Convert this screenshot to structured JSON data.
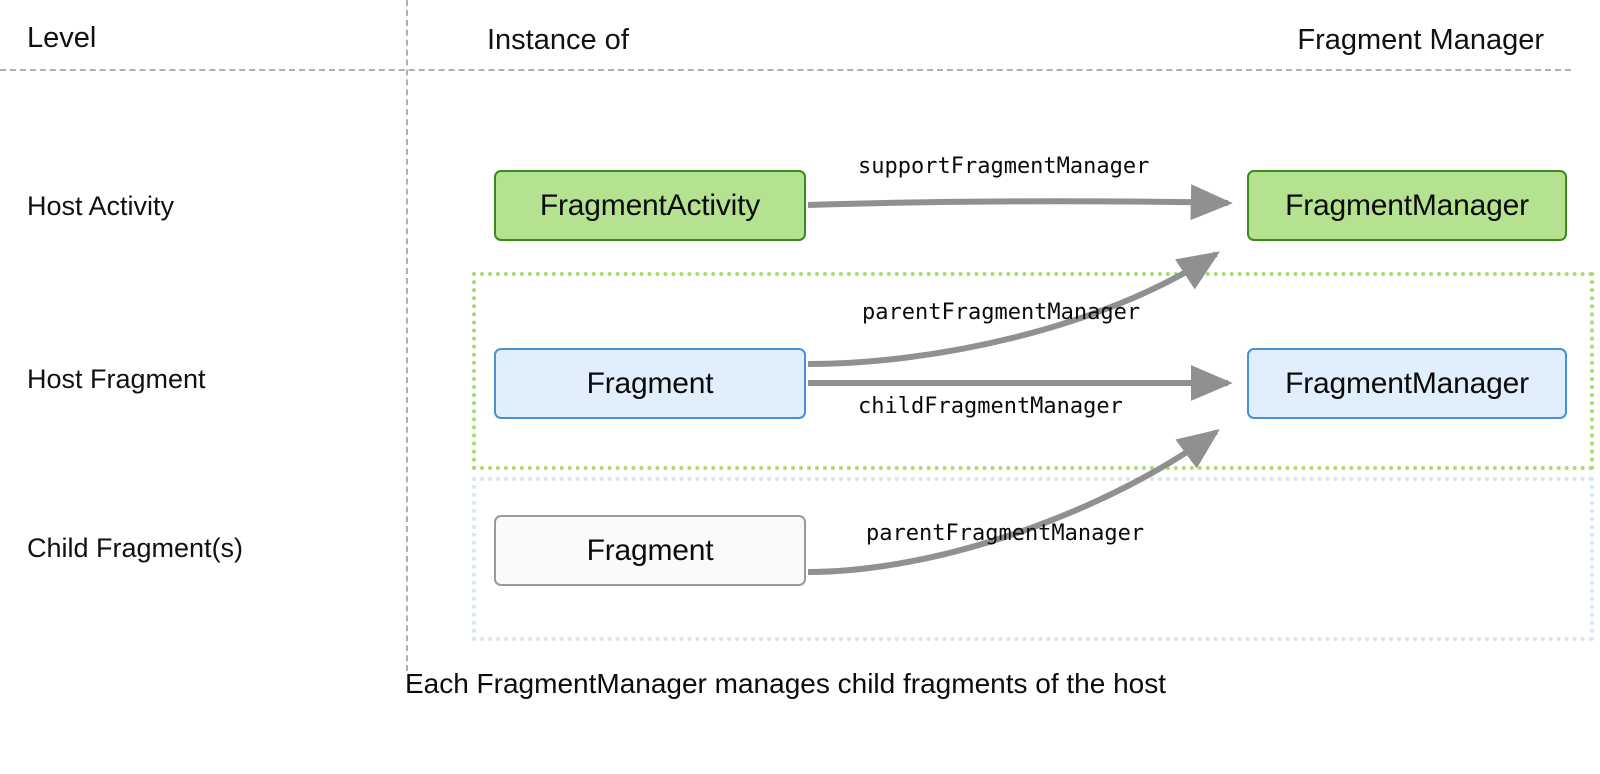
{
  "headers": {
    "level": "Level",
    "instance_of": "Instance of",
    "fragment_manager": "Fragment Manager"
  },
  "rows": [
    {
      "level_label": "Host Activity",
      "instance": "FragmentActivity",
      "manager": "FragmentManager"
    },
    {
      "level_label": "Host Fragment",
      "instance": "Fragment",
      "manager": "FragmentManager"
    },
    {
      "level_label": "Child Fragment(s)",
      "instance": "Fragment",
      "manager": null
    }
  ],
  "edges": [
    {
      "label": "supportFragmentManager",
      "from": "FragmentActivity",
      "to": "FragmentManager"
    },
    {
      "label": "parentFragmentManager",
      "from": "Fragment",
      "to": "FragmentManager"
    },
    {
      "label": "childFragmentManager",
      "from": "Fragment",
      "to": "FragmentManager"
    },
    {
      "label": "parentFragmentManager",
      "from": "Fragment",
      "to": "FragmentManager"
    }
  ],
  "caption": "Each FragmentManager manages child fragments of the host",
  "colors": {
    "activity_fill": "#b4e291",
    "activity_border": "#3a8a1f",
    "fragment_fill": "#e1eefc",
    "fragment_border": "#4a90d9",
    "child_fill": "#fafafa",
    "child_border": "#9a9a9a",
    "group_host_fragment_border": "#a5de6a",
    "group_child_fragment_border": "#d3e6f8",
    "arrow": "#909090",
    "divider": "#b0b0b0"
  }
}
